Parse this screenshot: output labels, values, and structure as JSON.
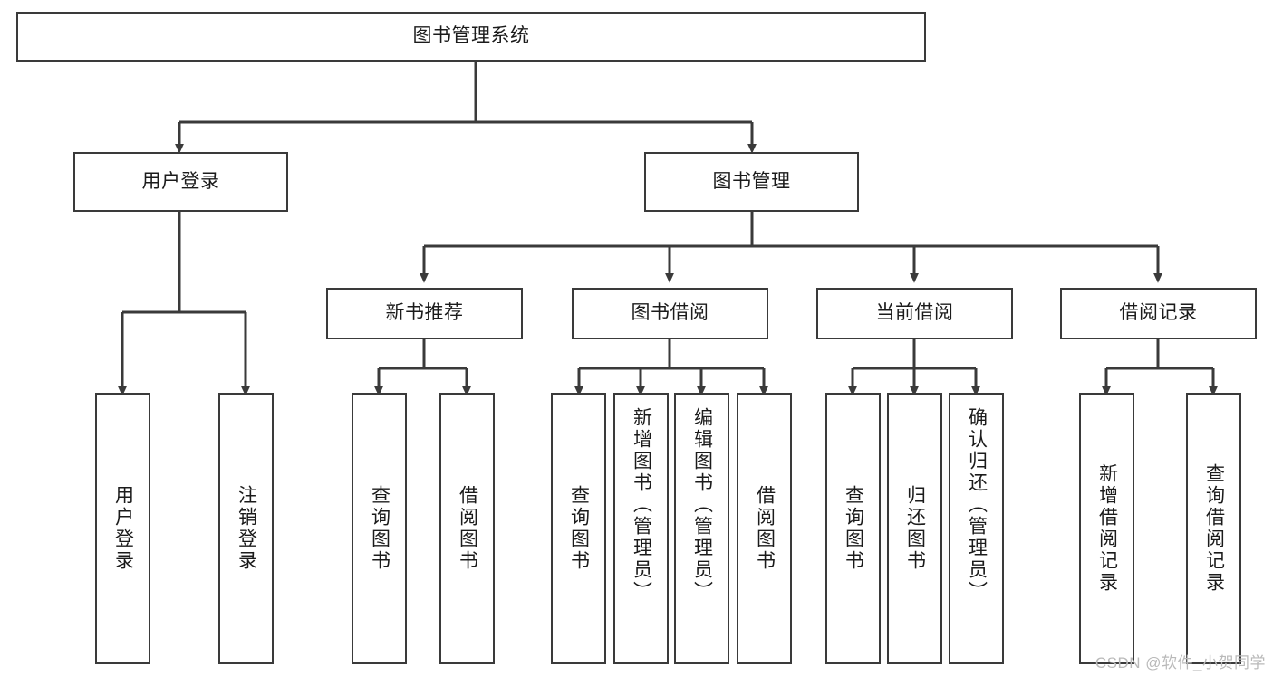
{
  "diagram": {
    "title": "图书管理系统",
    "type": "tree",
    "watermark": "CSDN @软件_小贺同学",
    "colors": {
      "box_border": "#3a3a3a",
      "box_fill": "#ffffff",
      "connector": "#3a3a3a",
      "text": "#1b1b1b",
      "watermark": "#b9b9b9",
      "background": "#ffffff"
    },
    "nodes": {
      "root": {
        "label": "图书管理系统"
      },
      "level2": [
        {
          "id": "user-login",
          "label": "用户登录"
        },
        {
          "id": "book-management",
          "label": "图书管理"
        }
      ],
      "level3": [
        {
          "id": "new-book-recommend",
          "label": "新书推荐"
        },
        {
          "id": "book-borrow",
          "label": "图书借阅"
        },
        {
          "id": "current-borrow",
          "label": "当前借阅"
        },
        {
          "id": "borrow-record",
          "label": "借阅记录"
        }
      ],
      "leaves": {
        "user-login": [
          {
            "id": "leaf-user-login",
            "label": "用户登录"
          },
          {
            "id": "leaf-logout-login",
            "label": "注销登录"
          }
        ],
        "new-book-recommend": [
          {
            "id": "leaf-query-book-1",
            "label": "查询图书"
          },
          {
            "id": "leaf-borrow-book-1",
            "label": "借阅图书"
          }
        ],
        "book-borrow": [
          {
            "id": "leaf-query-book-2",
            "label": "查询图书"
          },
          {
            "id": "leaf-add-book",
            "label": "新增图书（管理员）"
          },
          {
            "id": "leaf-edit-book",
            "label": "编辑图书（管理员）"
          },
          {
            "id": "leaf-borrow-book-2",
            "label": "借阅图书"
          }
        ],
        "current-borrow": [
          {
            "id": "leaf-query-book-3",
            "label": "查询图书"
          },
          {
            "id": "leaf-return-book",
            "label": "归还图书"
          },
          {
            "id": "leaf-confirm-return",
            "label": "确认归还（管理员）"
          }
        ],
        "borrow-record": [
          {
            "id": "leaf-add-record",
            "label": "新增借阅记录"
          },
          {
            "id": "leaf-query-record",
            "label": "查询借阅记录"
          }
        ]
      }
    }
  }
}
